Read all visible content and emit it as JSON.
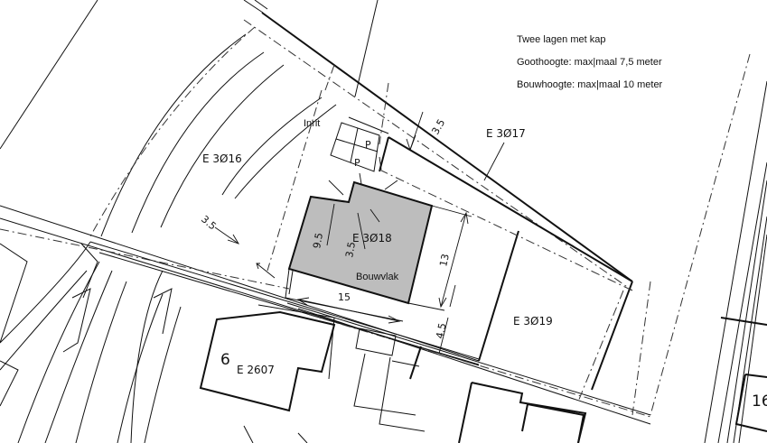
{
  "notes": {
    "line1": "Twee lagen met kap",
    "line2": "Goothoogte: max|maal 7,5 meter",
    "line3": "Bouwhoogte: max|maal 10 meter"
  },
  "parcels": {
    "p3016": "E  3Ø16",
    "p3017": "E  3Ø17",
    "p3018": "E  3Ø18",
    "p3019": "E  3Ø19",
    "p2607": "E  2607",
    "house_number": "6",
    "edge_number": "16"
  },
  "labels": {
    "inrit": "Inrit",
    "parking_1": "P",
    "parking_2": "P",
    "bouwvlak": "Bouwvlak"
  },
  "dimensions": {
    "d35_top": "3.5",
    "d35_left": "3.5",
    "d35_inner": "3.5",
    "d95": "9.5",
    "d13": "13",
    "d15": "15",
    "d45": "4.5"
  },
  "colors": {
    "bouwvlak_fill": "#bdbdbd",
    "line": "#111111"
  }
}
